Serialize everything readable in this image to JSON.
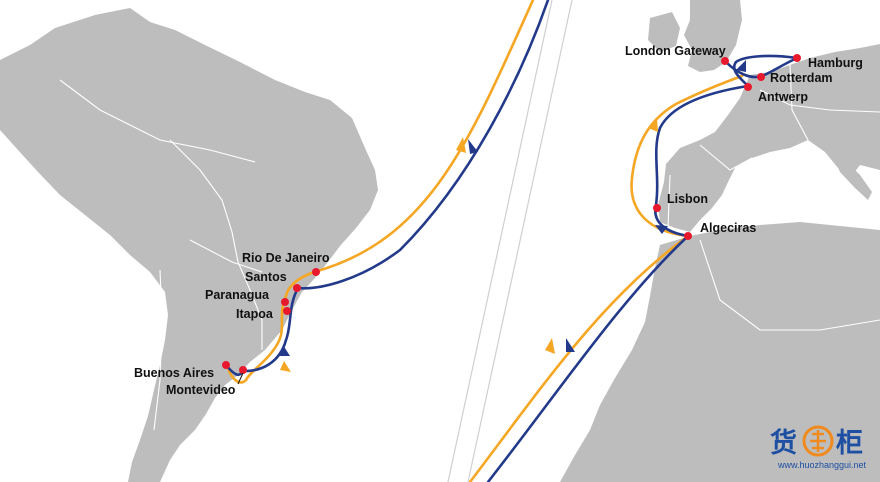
{
  "colors": {
    "land": "#bdbdbd",
    "sea": "#ffffff",
    "border": "#ffffff",
    "panel_divider": "#cfcfcf",
    "route_outbound": "#f5a623",
    "route_return": "#233a8b",
    "port": "#e8192c",
    "label": "#111111",
    "watermark_orange": "#f08a1c",
    "watermark_blue": "#1e4fa3"
  },
  "ports": {
    "rio_de_janeiro": "Rio De Janeiro",
    "santos": "Santos",
    "paranagua": "Paranagua",
    "itapoa": "Itapoa",
    "buenos_aires": "Buenos Aires",
    "montevideo": "Montevideo",
    "london_gateway": "London Gateway",
    "hamburg": "Hamburg",
    "rotterdam": "Rotterdam",
    "antwerp": "Antwerp",
    "lisbon": "Lisbon",
    "algeciras": "Algeciras"
  },
  "watermark": {
    "brand_left": "货",
    "brand_right": "柜",
    "url": "www.huozhanggui.net",
    "logo": "huozhanggui-logo-icon"
  }
}
